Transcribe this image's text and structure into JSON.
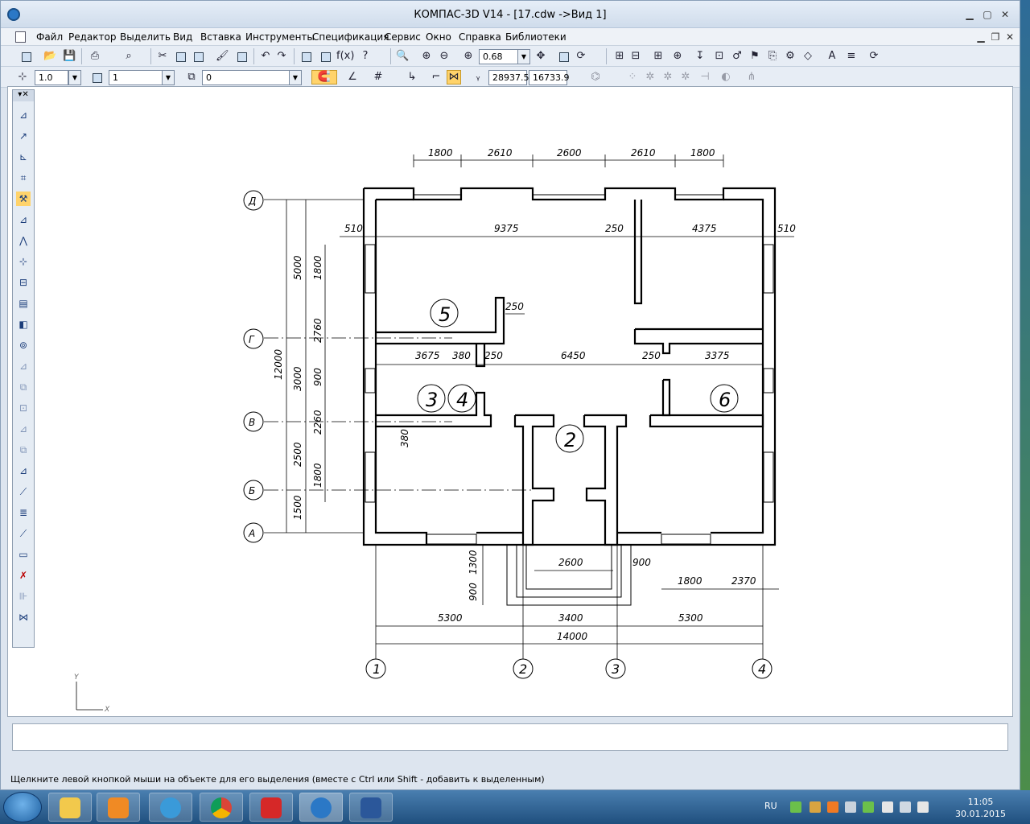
{
  "window": {
    "title": "КОМПАС-3D V14 - [17.cdw ->Вид 1]"
  },
  "menu": [
    "Файл",
    "Редактор",
    "Выделить",
    "Вид",
    "Вставка",
    "Инструменты",
    "Спецификация",
    "Сервис",
    "Окно",
    "Справка",
    "Библиотеки"
  ],
  "toolbar": {
    "zoom_value": "0.68"
  },
  "props": {
    "style_value": "1.0",
    "layer_value": "1",
    "state_value": "0",
    "coord_x": "28937.5",
    "coord_y": "16733.9"
  },
  "drawing": {
    "top_dims": [
      "1800",
      "2610",
      "2600",
      "2610",
      "1800"
    ],
    "row_dims": [
      "510",
      "9375",
      "250",
      "4375",
      "510"
    ],
    "mid_dims": [
      "3675",
      "380",
      "250",
      "6450",
      "250",
      "3375"
    ],
    "axis_letters": [
      "Д",
      "Г",
      "В",
      "Б",
      "А"
    ],
    "left_outer": "12000",
    "left_mid": [
      "5000",
      "3000",
      "2500",
      "1500"
    ],
    "left_inner": [
      "1800",
      "2760",
      "900",
      "2260",
      "1800"
    ],
    "misc_dims": {
      "d250": "250",
      "d380": "380"
    },
    "room_numbers": [
      "5",
      "3",
      "4",
      "2",
      "6"
    ],
    "bottom_small": {
      "v1300": "1300",
      "v900": "900",
      "d2600": "2600",
      "d900": "900",
      "d1800": "1800",
      "d2370": "2370"
    },
    "bottom_dims": [
      "5300",
      "3400",
      "5300"
    ],
    "bottom_total": "14000",
    "axis_numbers": [
      "1",
      "2",
      "3",
      "4"
    ],
    "ucs": {
      "x": "X",
      "y": "Y"
    }
  },
  "status": {
    "hint": "Щелкните левой кнопкой мыши на объекте для его выделения (вместе с Ctrl или Shift - добавить к выделенным)"
  },
  "taskbar": {
    "lang": "RU",
    "time": "11:05",
    "date": "30.01.2015"
  }
}
